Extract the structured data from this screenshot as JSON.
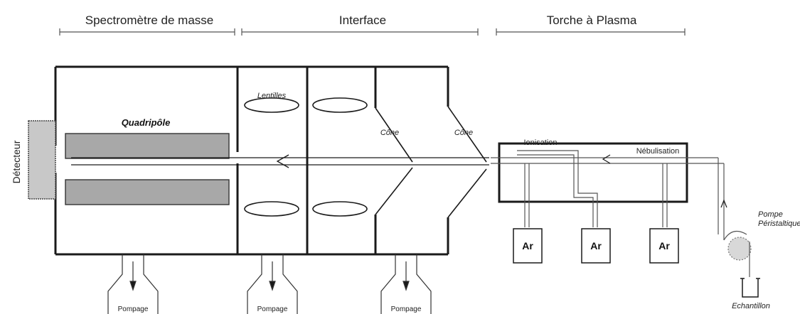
{
  "sections": {
    "mass_spec": "Spectromètre de masse",
    "interface": "Interface",
    "plasma_torch": "Torche à Plasma"
  },
  "labels": {
    "detector": "Détecteur",
    "quadrupole": "Quadripôle",
    "lenses": "Lentilles",
    "cone_1": "Cône",
    "cone_2": "Cône",
    "ionisation": "Ionisation",
    "nebulisation": "Nébulisation",
    "peristaltic_pump_line1": "Pompe",
    "peristaltic_pump_line2": "Péristaltique",
    "sample": "Echantillon"
  },
  "argon_boxes": [
    "Ar",
    "Ar",
    "Ar"
  ],
  "pumping_labels": [
    "Pompage",
    "Pompage",
    "Pompage"
  ],
  "colors": {
    "line": "#1a1a1a",
    "quadrupole_fill": "#a8a8a8",
    "detector_fill": "#c8c8c8"
  }
}
